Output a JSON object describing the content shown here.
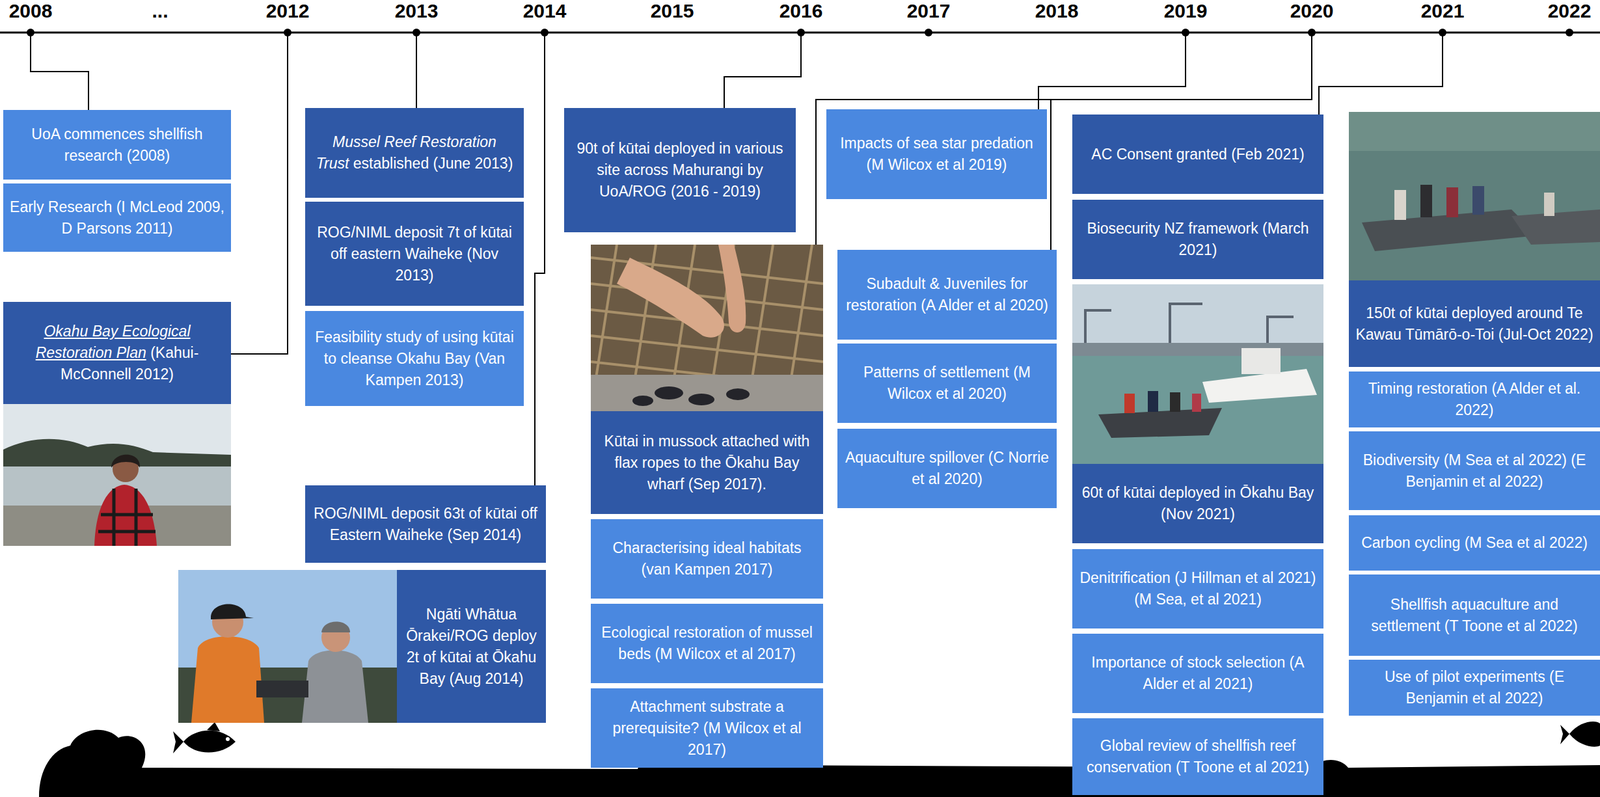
{
  "diagram": {
    "nodes": [
      {
        "text": [
          "UoA commences shellfish research (2008)"
        ]
      },
      {
        "text": [
          "Early Research (I McLeod 2009, D Parsons 2011)"
        ]
      },
      {
        "text": [
          "Okahu Bay Ecological Restoration Plan",
          "(Kahui-McConnell 2012)"
        ]
      },
      {
        "text": [
          "Mussel Reef Restoration Trust",
          "established (June 2013)"
        ]
      },
      {
        "text": [
          "ROG/NIML deposit 7t of kūtai off eastern Waiheke (Nov 2013)"
        ]
      },
      {
        "text": [
          "Feasibility study of using kūtai to cleanse Okahu Bay (Van Kampen 2013)"
        ]
      },
      {
        "text": [
          "ROG/NIML deposit 63t of kūtai off Eastern Waiheke (Sep 2014)"
        ]
      },
      {
        "text": [
          "Ngāti Whātua Ōrakei/ROG deploy 2t of kūtai at Ōkahu Bay (Aug 2014)"
        ]
      },
      {
        "text": [
          "90t of kūtai deployed in various site across Mahurangi by UoA/ROG (2016 - 2019)"
        ]
      },
      {
        "text": [
          "Kūtai in mussock attached with flax ropes to the Ōkahu Bay wharf (Sep 2017)."
        ]
      },
      {
        "text": [
          "Characterising ideal habitats (van Kampen 2017)"
        ]
      },
      {
        "text": [
          "Ecological restoration of mussel beds (M Wilcox et al 2017)"
        ]
      },
      {
        "text": [
          "Attachment substrate a prerequisite? (M Wilcox et al 2017)"
        ]
      },
      {
        "text": [
          "Impacts of sea star predation (M Wilcox et al 2019)"
        ]
      },
      {
        "text": [
          "Subadult & Juveniles for restoration (A Alder et al 2020)"
        ]
      },
      {
        "text": [
          "Patterns of settlement (M Wilcox et al 2020)"
        ]
      },
      {
        "text": [
          "Aquaculture spillover (C Norrie et al 2020)"
        ]
      },
      {
        "text": [
          "AC Consent granted (Feb 2021)"
        ]
      },
      {
        "text": [
          "Biosecurity NZ framework (March 2021)"
        ]
      },
      {
        "text": [
          "60t of kūtai deployed in Ōkahu Bay (Nov 2021)"
        ]
      },
      {
        "text": [
          "Denitrification (J Hillman et al 2021) (M Sea, et al 2021)"
        ]
      },
      {
        "text": [
          "Importance of stock selection (A Alder et al 2021)"
        ]
      },
      {
        "text": [
          "Global review of shellfish reef conservation (T Toone et al 2021)"
        ]
      },
      {
        "text": [
          "150t of kūtai deployed around Te Kawau Tūmārō-o-Toi (Jul-Oct 2022)"
        ]
      },
      {
        "text": [
          "Timing restoration (A Alder et al. 2022)"
        ]
      },
      {
        "text": [
          "Biodiversity (M Sea et al 2022) (E Benjamin et al 2022)"
        ]
      },
      {
        "text": [
          "Carbon cycling (M Sea et al 2022)"
        ]
      },
      {
        "text": [
          "Shellfish aquaculture and settlement (T Toone et al 2022)"
        ]
      },
      {
        "text": [
          "Use of pilot experiments (E Benjamin et al 2022)"
        ]
      }
    ],
    "labels": [
      "2008",
      "...",
      "2012",
      "2013",
      "2014",
      "2015",
      "2016",
      "2017",
      "2018",
      "2019",
      "2020",
      "2021",
      "2022"
    ]
  }
}
